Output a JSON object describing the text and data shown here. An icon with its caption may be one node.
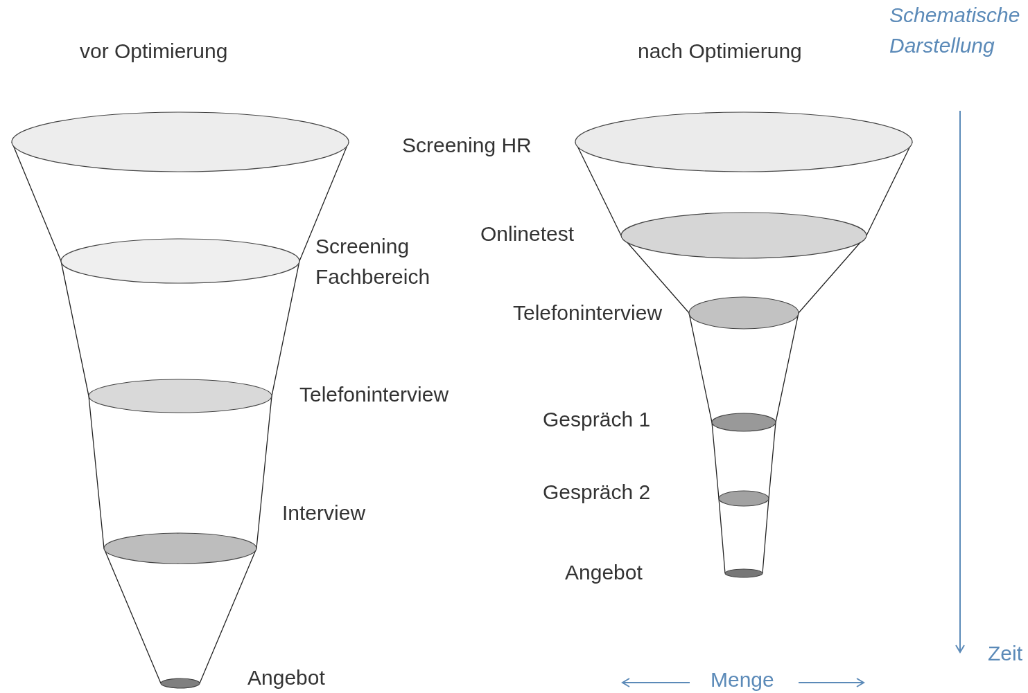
{
  "diagram": {
    "labels": [
      "Schematische Darstellung",
      "vor Optimierung",
      "nach Optimierung",
      "Screening HR",
      "Screening Fachbereich",
      "Onlinetest",
      "Telefoninterview",
      "Telefoninterview",
      "Gespräch 1",
      "Interview",
      "Gespräch 2",
      "Angebot",
      "Zeit",
      "Angebot",
      "Menge"
    ]
  }
}
